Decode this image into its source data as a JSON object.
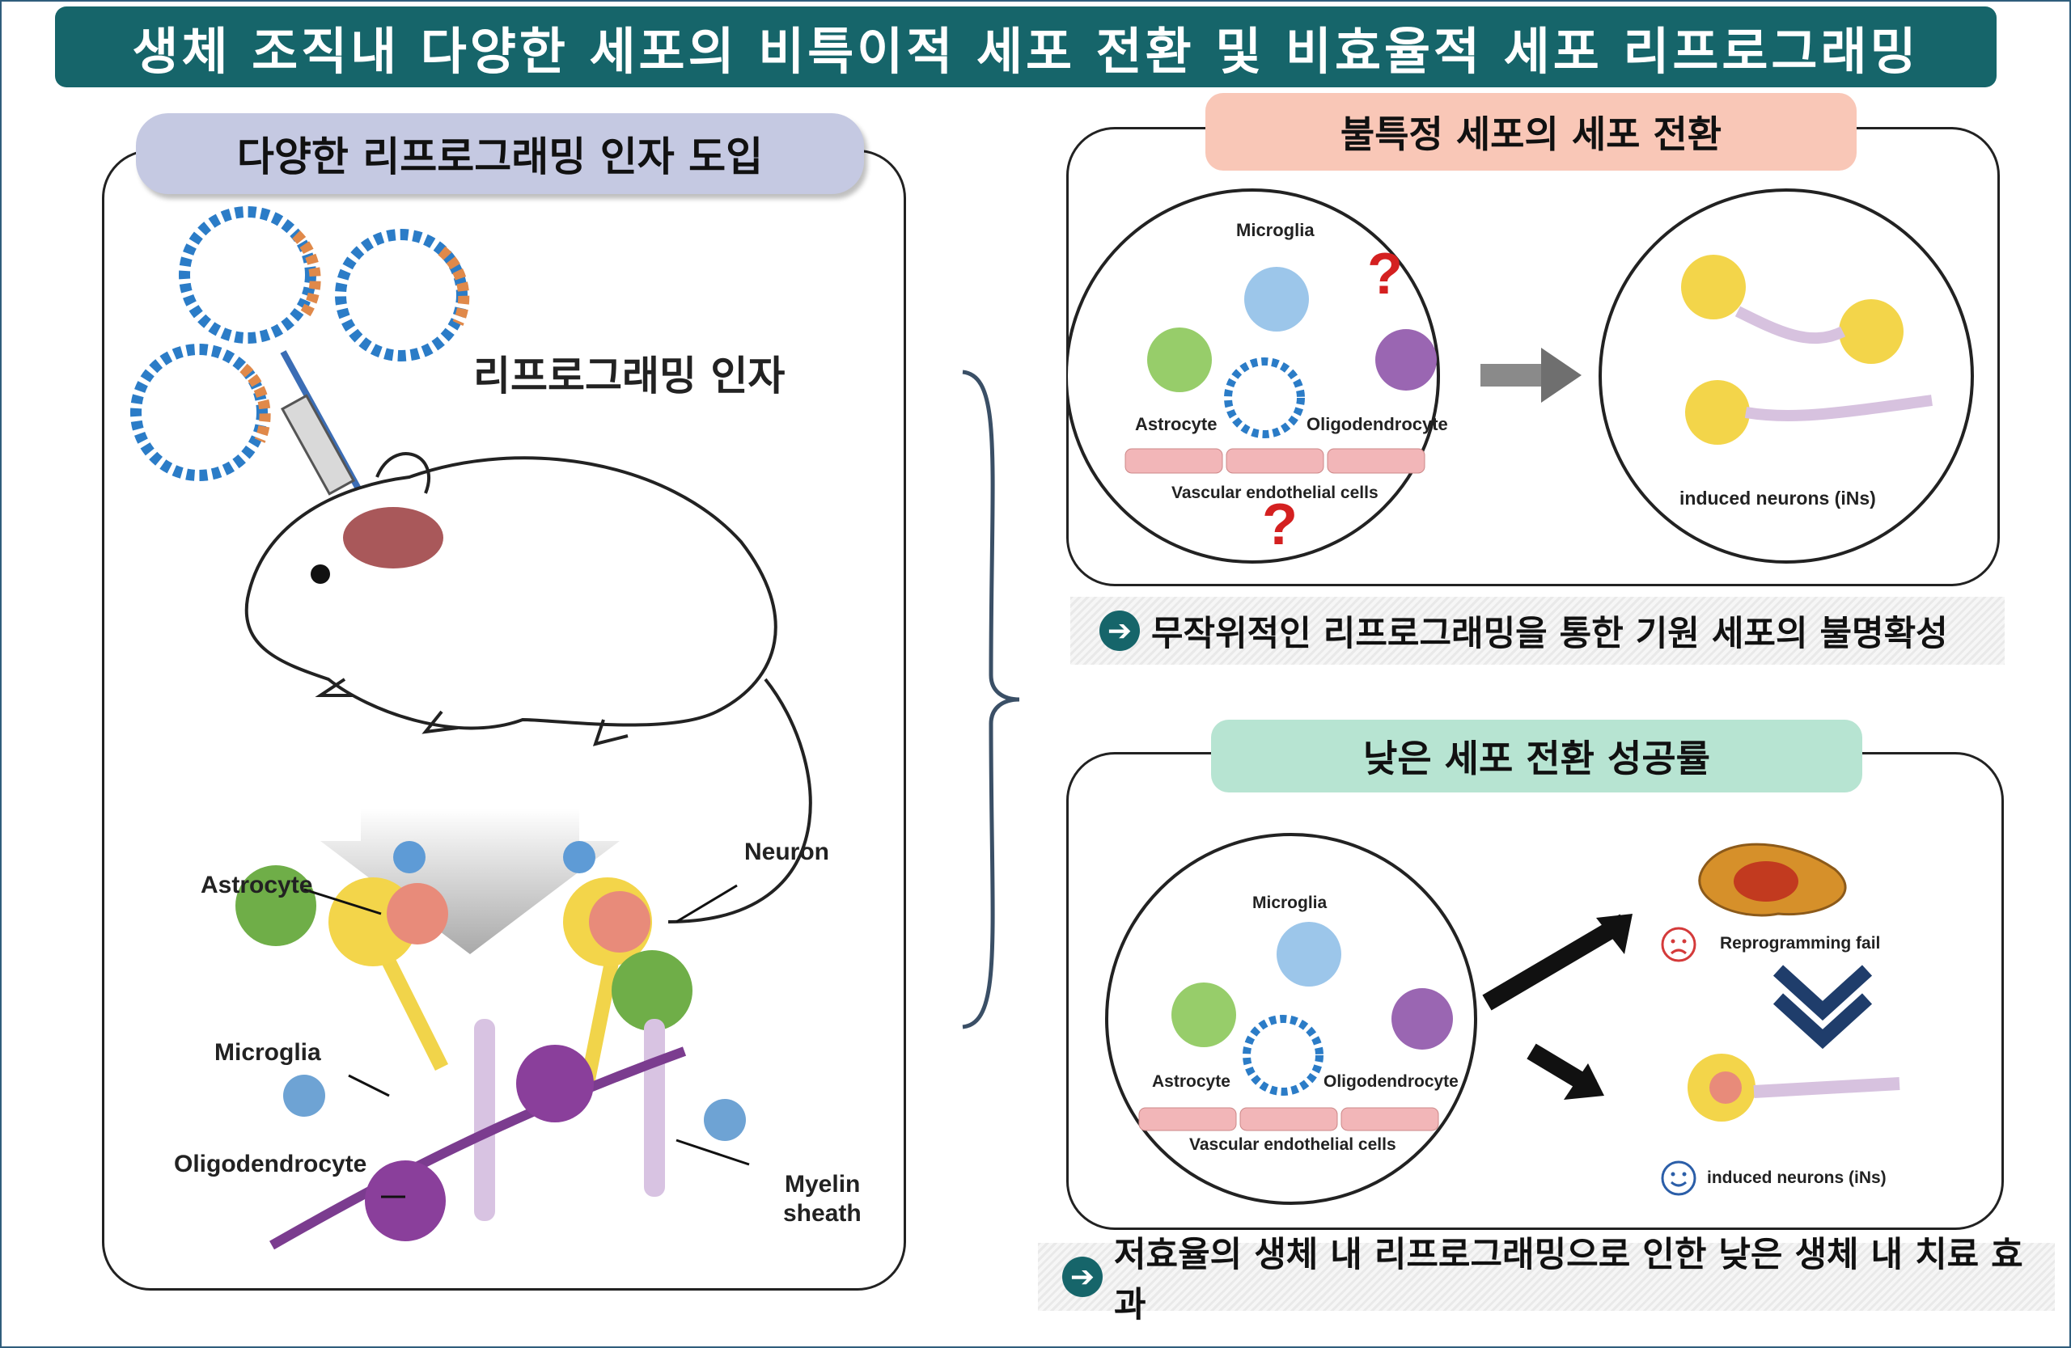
{
  "title": "생체 조직내 다양한 세포의 비특이적 세포 전환 및 비효율적 세포 리프로그래밍",
  "left_panel": {
    "header": "다양한 리프로그래밍 인자 도입",
    "factor_label": "리프로그래밍 인자",
    "cell_labels": {
      "astrocyte": "Astrocyte",
      "neuron": "Neuron",
      "microglia": "Microglia",
      "oligodendrocyte": "Oligodendrocyte",
      "myelin_line1": "Myelin",
      "myelin_line2": "sheath"
    }
  },
  "top_right": {
    "header": "불특정 세포의 세포 전환",
    "microglia": "Microglia",
    "astrocyte": "Astrocyte",
    "oligodendrocyte": "Oligodendrocyte",
    "vascular": "Vascular endothelial  cells",
    "question_mark": "?",
    "result": "induced neurons (iNs)",
    "note": "무작위적인 리프로그래밍을 통한 기원 세포의 불명확성"
  },
  "bottom_right": {
    "header": "낮은 세포 전환 성공률",
    "microglia": "Microglia",
    "astrocyte": "Astrocyte",
    "oligodendrocyte": "Oligodendrocyte",
    "vascular": "Vascular endothelial  cells",
    "fail_label": "Reprogramming fail",
    "success_label": "induced neurons (iNs)",
    "note": "저효율의 생체 내 리프로그래밍으로 인한 낮은 생체 내 치료 효과"
  },
  "colors": {
    "title_bg": "#16656a",
    "left_header_bg": "#c5c9e2",
    "top_header_bg": "#f9c7b7",
    "bottom_header_bg": "#b7e4d2",
    "question": "#d42020"
  },
  "icons": {
    "note_arrow": "arrow-right-circle-icon",
    "sad_face": "sad-face-icon",
    "happy_face": "happy-face-icon"
  }
}
